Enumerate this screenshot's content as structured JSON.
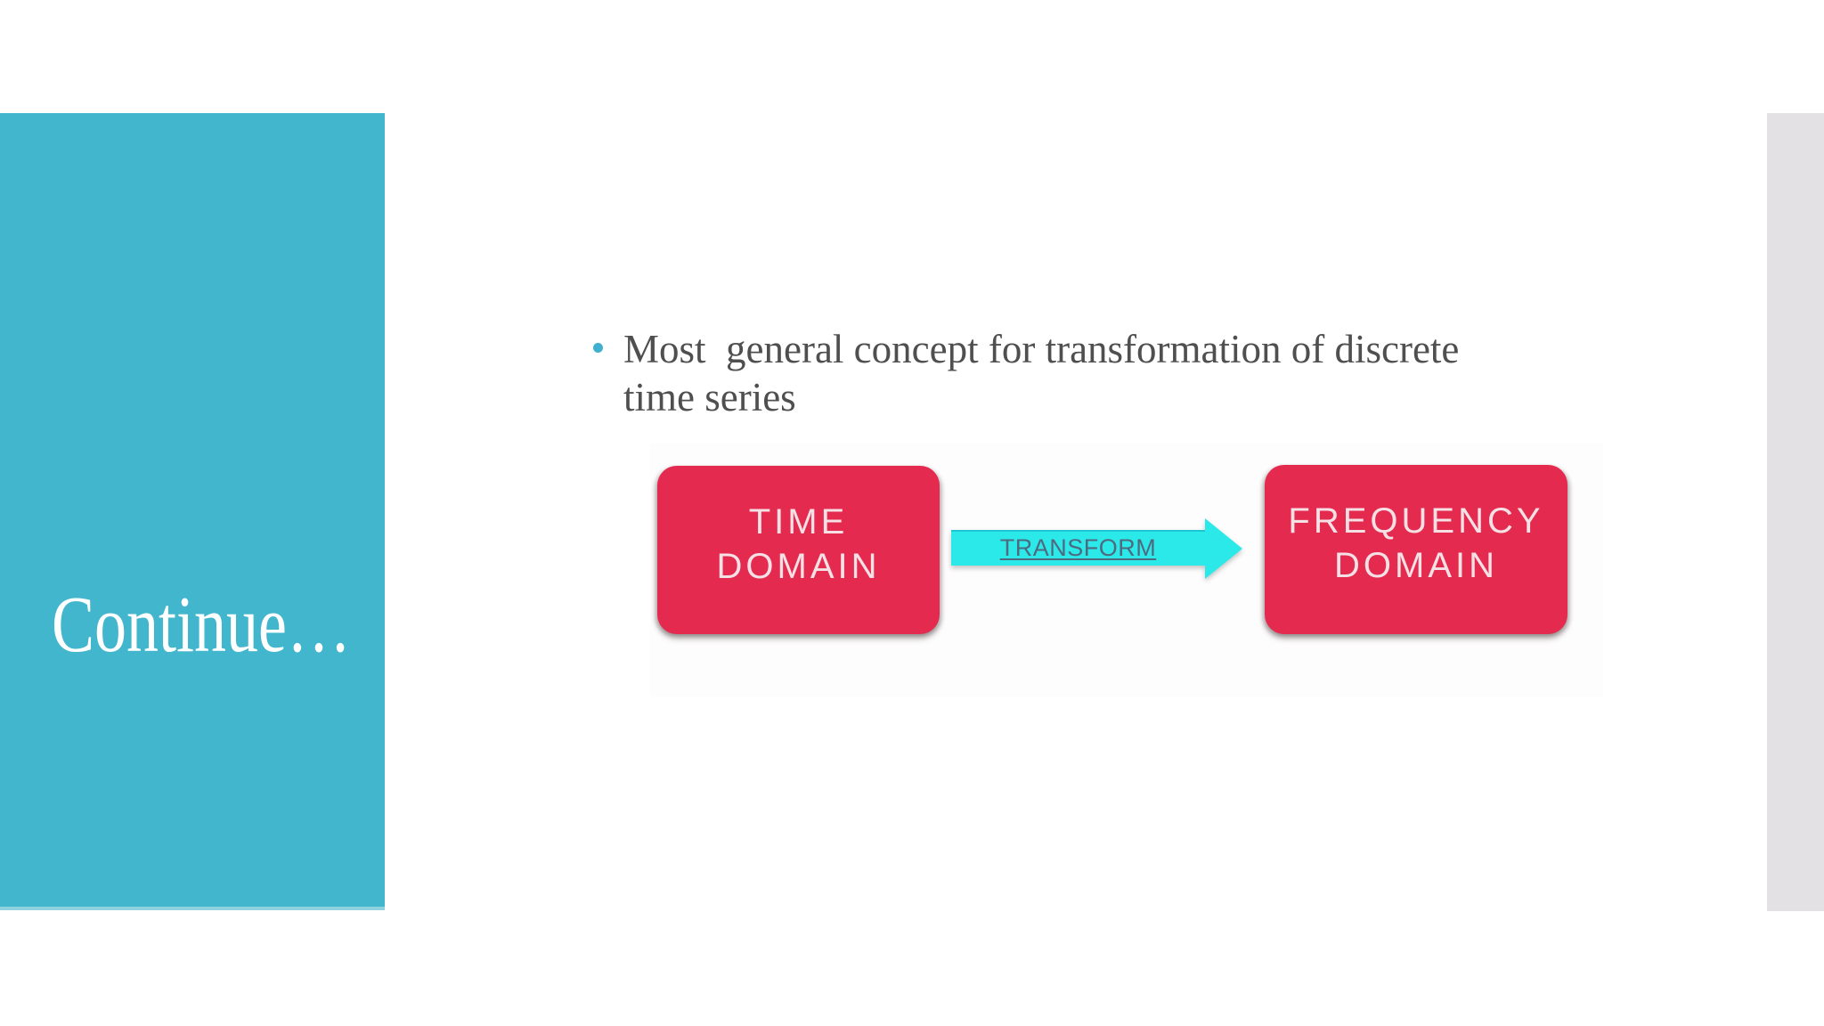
{
  "slide": {
    "sidebar": {
      "title": "Continue…"
    },
    "bullet": {
      "line1": "Most  general concept for transformation of discrete",
      "line2": "time series"
    },
    "diagram": {
      "time_box": {
        "line1": "TIME",
        "line2": "DOMAIN"
      },
      "freq_box": {
        "line1": "FREQUENCY",
        "line2": "DOMAIN"
      },
      "arrow_label": "TRANSFORM"
    },
    "colors": {
      "sidebar_teal": "#41b6cc",
      "box_red": "#e42a4e",
      "arrow_cyan": "#2ce9e9",
      "accent_bullet": "#3fb0cd",
      "right_strip_gray": "#e3e1e4",
      "body_text": "#4f4f4f",
      "arrow_label_text": "#4e6a80"
    }
  }
}
